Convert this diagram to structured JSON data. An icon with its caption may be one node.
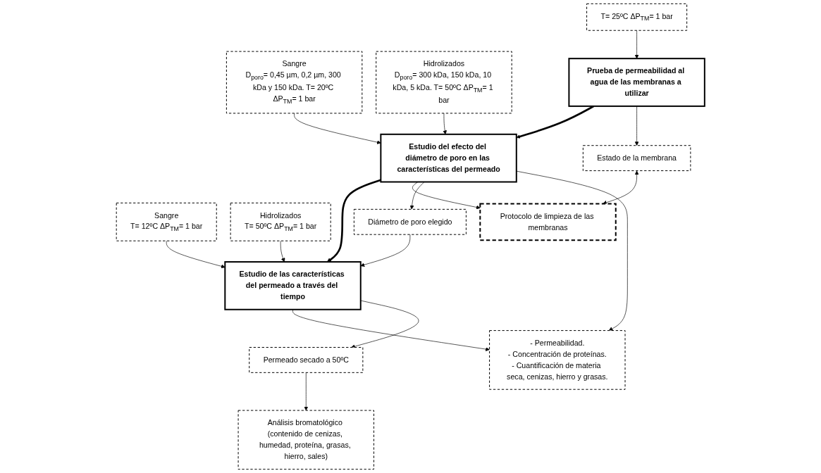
{
  "diagram": {
    "nodes": [
      {
        "text": [
          "T= 25ºC ΔP$_{TM}$= 1 bar"
        ]
      },
      {
        "text": [
          "Sangre",
          "D$_{poro}$= 0,45 µm, 0,2 µm, 300 kDa y 150 kDa. T= 20ºC ΔP$_{TM}$= 1 bar"
        ]
      },
      {
        "text": [
          "Hidrolizados",
          "D$_{poro}$= 300 kDa, 150 kDa, 10 kDa, 5 kDa. T= 50ºC ΔP$_{TM}$= 1 bar"
        ]
      },
      {
        "text": [
          "Sangre",
          "T= 12ºC ΔP$_{TM}$= 1 bar"
        ]
      },
      {
        "text": [
          "Hidrolizados",
          "T= 50ºC ΔP$_{TM}$= 1 bar"
        ]
      },
      {
        "text": [
          "Prueba de permeabilidad al agua de las membranas a utilizar"
        ]
      },
      {
        "text": [
          "Estudio del efecto del diámetro de poro en las características del permeado"
        ]
      },
      {
        "text": [
          "Estudio de las características del permeado a través del tiempo"
        ]
      },
      {
        "text": [
          "Estado de la membrana"
        ]
      },
      {
        "text": [
          "Diámetro de poro elegido"
        ]
      },
      {
        "text": [
          "Permeado secado a 50ºC"
        ]
      },
      {
        "text": [
          "Protocolo de limpieza de las membranas"
        ]
      },
      {
        "text": [
          "- Permeabilidad.",
          "- Concentración de proteínas.",
          "- Cuantificación de materia seca, cenizas, hierro y grasas."
        ]
      },
      {
        "text": [
          "Análisis bromatológico (contenido de cenizas, humedad, proteína, grasas, hierro, sales)"
        ]
      }
    ],
    "edges": [
      {
        "from": 0,
        "to": 5,
        "arrow": "to"
      },
      {
        "from": 1,
        "to": 6,
        "arrow": "to"
      },
      {
        "from": 2,
        "to": 6,
        "arrow": "to"
      },
      {
        "from": 3,
        "to": 7,
        "arrow": "to"
      },
      {
        "from": 4,
        "to": 7,
        "arrow": "to"
      },
      {
        "from": 5,
        "to": 6,
        "arrow": "to",
        "style": "thick"
      },
      {
        "from": 6,
        "to": 7,
        "arrow": "to",
        "style": "thick"
      },
      {
        "from": 5,
        "to": 8,
        "arrow": "to"
      },
      {
        "from": 8,
        "to": 11,
        "arrow": "both"
      },
      {
        "from": 6,
        "to": 11,
        "arrow": "to"
      },
      {
        "from": 6,
        "to": 9,
        "arrow": "to"
      },
      {
        "from": 6,
        "to": 12,
        "arrow": "to"
      },
      {
        "from": 9,
        "to": 7,
        "arrow": "to"
      },
      {
        "from": 7,
        "to": 12,
        "arrow": "to"
      },
      {
        "from": 7,
        "to": 10,
        "arrow": "to"
      },
      {
        "from": 10,
        "to": 13,
        "arrow": "to"
      }
    ]
  }
}
